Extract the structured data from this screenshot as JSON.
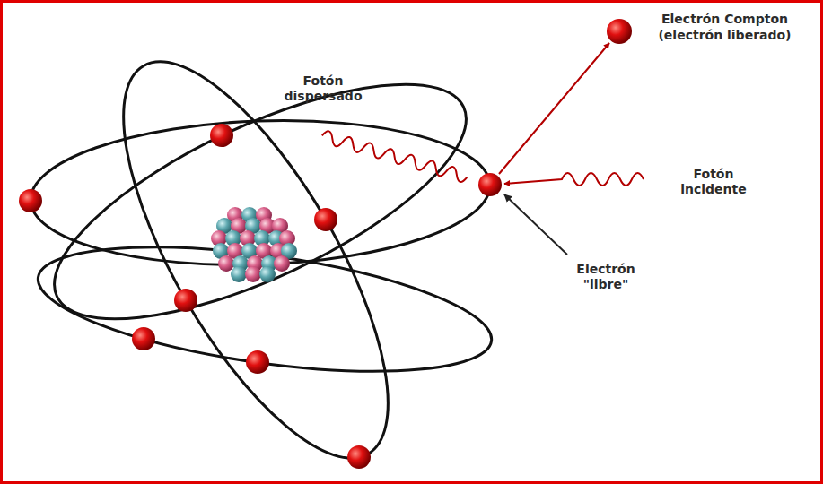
{
  "diagram": {
    "labels": [
      "Electrón Compton",
      "(electrón liberado)",
      "Fotón dispersado",
      "Fotón incidente",
      "Electrón \"libre\""
    ]
  }
}
